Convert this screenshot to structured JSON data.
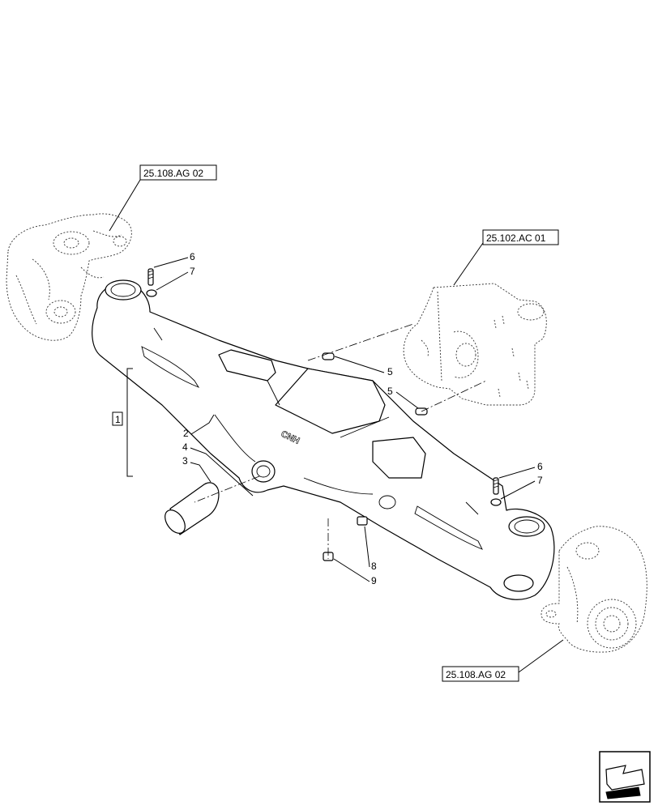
{
  "references": {
    "top_left": "25.108.AG 02",
    "top_right": "25.102.AC 01",
    "bottom_right": "25.108.AG 02"
  },
  "callouts": {
    "c1": "1",
    "c2": "2",
    "c3": "3",
    "c4": "4",
    "c5a": "5",
    "c5b": "5",
    "c6a": "6",
    "c7a": "7",
    "c6b": "6",
    "c7b": "7",
    "c8": "8",
    "c9": "9"
  },
  "logo": "CNH",
  "icons": {
    "nav": "arrow-nav-icon"
  }
}
